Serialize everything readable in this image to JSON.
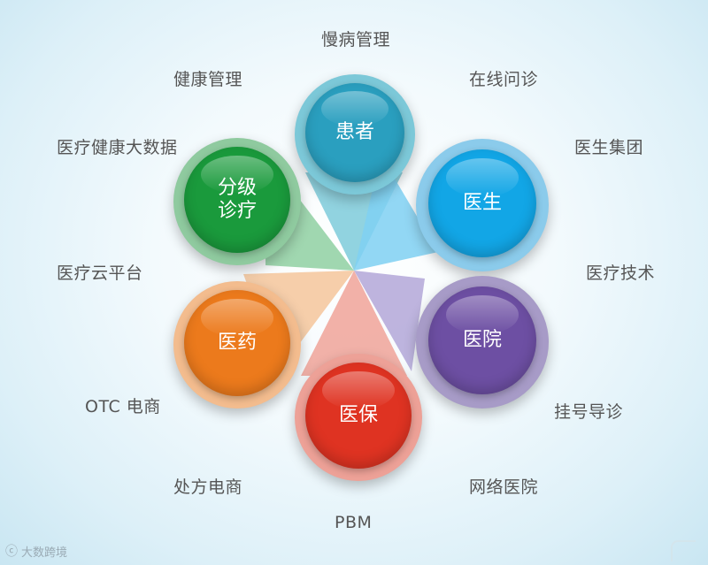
{
  "colors": {
    "patient": "#2a9fbf",
    "doctor": "#12a6e6",
    "hospital": "#6d4fa3",
    "insurance": "#df3322",
    "pharma": "#ec7a1c",
    "tiered": "#1a9a3c"
  },
  "nodes": [
    {
      "id": "patient",
      "label": "患者",
      "color": "#2a9fbf",
      "ring": "#7cc8d8",
      "ray": "#7ecbdb",
      "icon": "circle"
    },
    {
      "id": "doctor",
      "label": "医生",
      "color": "#12a6e6",
      "ring": "#8bcbeb",
      "ray": "#7fd0f2",
      "icon": "circle"
    },
    {
      "id": "hospital",
      "label": "医院",
      "color": "#6d4fa3",
      "ring": "#a79bc7",
      "ray": "#b3a7d8",
      "icon": "circle"
    },
    {
      "id": "insurance",
      "label": "医保",
      "color": "#df3322",
      "ring": "#eda197",
      "ray": "#f0a399",
      "icon": "circle"
    },
    {
      "id": "pharma",
      "label": "医药",
      "color": "#ec7a1c",
      "ring": "#f3bc8e",
      "ray": "#f5c59b",
      "icon": "circle"
    },
    {
      "id": "tiered",
      "label": "分级\n诊疗",
      "color": "#1a9a3c",
      "ring": "#8fca9f",
      "ray": "#8fd0a2",
      "icon": "circle"
    }
  ],
  "outer_labels": [
    {
      "id": "chronic",
      "text": "慢病管理"
    },
    {
      "id": "online-consult",
      "text": "在线问诊"
    },
    {
      "id": "doctor-group",
      "text": "医生集团"
    },
    {
      "id": "medical-tech",
      "text": "医疗技术"
    },
    {
      "id": "registration",
      "text": "挂号导诊"
    },
    {
      "id": "online-hospital",
      "text": "网络医院"
    },
    {
      "id": "pbm",
      "text": "PBM"
    },
    {
      "id": "rx-ecommerce",
      "text": "处方电商"
    },
    {
      "id": "otc-ecommerce",
      "text": "OTC 电商"
    },
    {
      "id": "medical-cloud",
      "text": "医疗云平台"
    },
    {
      "id": "medical-bigdata",
      "text": "医疗健康大数据"
    },
    {
      "id": "health-mgmt",
      "text": "健康管理"
    }
  ],
  "watermark": {
    "icon": "logo-icon",
    "text": "大数跨境"
  }
}
